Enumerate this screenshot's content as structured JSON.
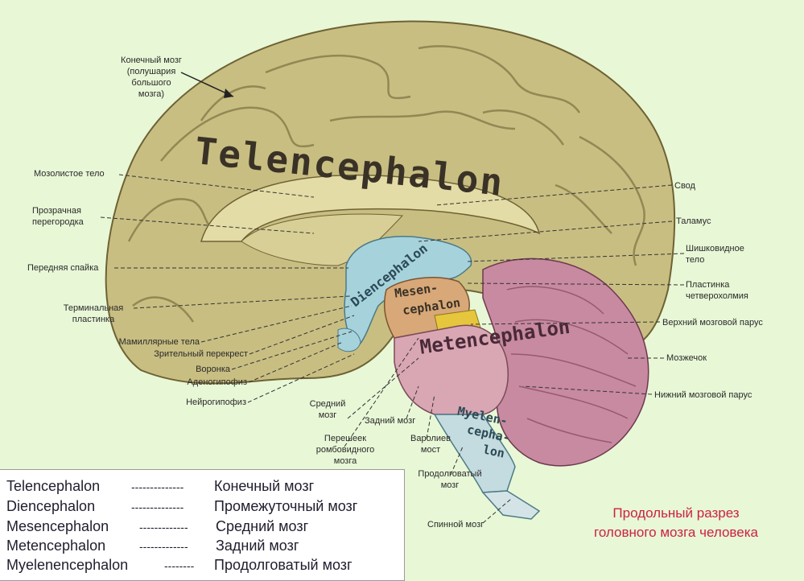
{
  "regions": {
    "telencephalon": "Telencephalon",
    "diencephalon": "Diencephalon",
    "mesencephalon_1": "Mesen-",
    "mesencephalon_2": "cephalon",
    "metencephalon": "Metencephalon",
    "myelencephalon_1": "Myelen-",
    "myelencephalon_2": "cepha-",
    "myelencephalon_3": "lon"
  },
  "labels_left": {
    "konechny_1": "Конечный мозг",
    "konechny_2": "(полушария",
    "konechny_3": "большого",
    "konechny_4": "мозга)",
    "mozolistoe": "Мозолистое тело",
    "prozrachnaya_1": "Прозрачная",
    "prozrachnaya_2": "перегородка",
    "perednyaya_spaika": "Передняя спайка",
    "terminalnaya_1": "Терминальная",
    "terminalnaya_2": "пластинка",
    "mamillyarnye": "Мамиллярные тела",
    "zritelny": "Зрительный перекрест",
    "voronka": "Воронка",
    "adenogipofiz": "Аденогипофиз",
    "neirogipofiz": "Нейрогипофиз"
  },
  "labels_bottom": {
    "sredny_1": "Средний",
    "sredny_2": "мозг",
    "zadny": "Задний мозг",
    "peresheek_1": "Перешеек",
    "peresheek_2": "ромбовидного",
    "peresheek_3": "мозга",
    "varoliev_1": "Варолиев",
    "varoliev_2": "мост",
    "prodolgovaty_1": "Продолговатый",
    "prodolgovaty_2": "мозг",
    "spinnoy": "Спинной мозг"
  },
  "labels_right": {
    "svod": "Свод",
    "talamus": "Таламус",
    "shishkovidnoe_1": "Шишковидное",
    "shishkovidnoe_2": "тело",
    "plastinka_1": "Пластинка",
    "plastinka_2": "четверохолмия",
    "verkhny_parus": "Верхний мозговой парус",
    "mozzhechok": "Мозжечок",
    "nizhny_parus": "Нижний мозговой парус"
  },
  "legend": [
    {
      "latin": "Telencephalon",
      "dashes": "--------------",
      "russian": "Конечный мозг"
    },
    {
      "latin": "Diencephalon",
      "dashes": "--------------",
      "russian": "Промежуточный мозг"
    },
    {
      "latin": "Mesencephalon",
      "dashes": "-------------",
      "russian": "Средний мозг"
    },
    {
      "latin": "Metencephalon",
      "dashes": "-------------",
      "russian": "Задний мозг"
    },
    {
      "latin": "Myelenencephalon",
      "dashes": "--------",
      "russian": "Продолговатый мозг"
    }
  ],
  "caption": {
    "line1": "Продольный разрез",
    "line2": "головного мозга человека"
  },
  "colors": {
    "background": "#e8f7d6",
    "cortex": "#c8be82",
    "diencephalon": "#a6d2dc",
    "mesencephalon": "#d8a878",
    "metencephalon": "#d9a6b4",
    "cerebellum": "#c78aa0",
    "myelencephalon": "#c4dbe0",
    "caption": "#cc2244"
  }
}
